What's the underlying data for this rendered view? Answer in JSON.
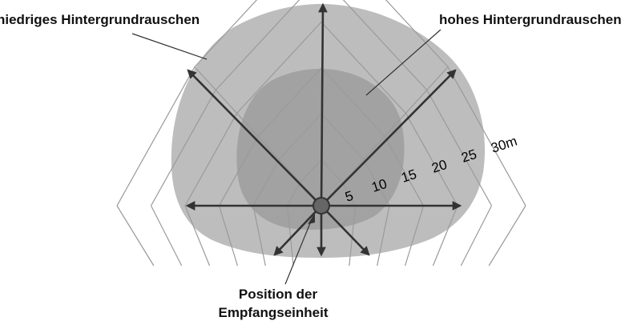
{
  "labels": {
    "low_noise": "niedriges Hintergrundrauschen",
    "high_noise": "hohes Hintergrundrauschen",
    "receiver_line1": "Position der",
    "receiver_line2": "Empfangseinheit"
  },
  "distance_labels": [
    "5",
    "10",
    "15",
    "20",
    "25",
    "30m"
  ],
  "colors": {
    "low_noise_area": "#bdbdbd",
    "high_noise_area": "#a2a2a2",
    "grid": "#9a9a9a",
    "arrows": "#333333",
    "receiver_dot": "#666666"
  }
}
